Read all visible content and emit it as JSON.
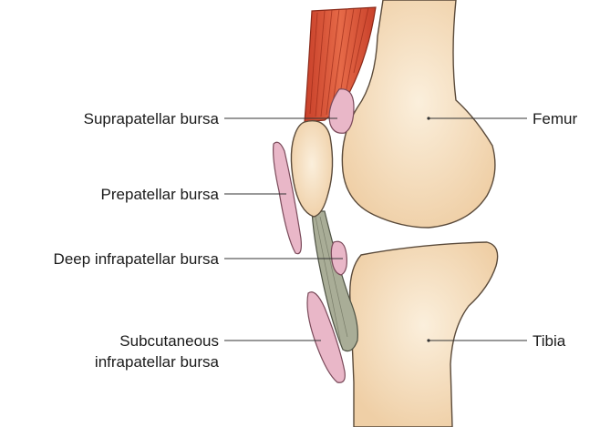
{
  "labels": {
    "suprapatellar": "Suprapatellar bursa",
    "prepatellar": "Prepatellar bursa",
    "deep_infrapatellar": "Deep infrapatellar bursa",
    "subcutaneous_line1": "Subcutaneous",
    "subcutaneous_line2": "infrapatellar bursa",
    "femur": "Femur",
    "tibia": "Tibia"
  },
  "colors": {
    "bone_fill": "#f6e2c6",
    "bone_stroke": "#5a4a3a",
    "bursa_fill": "#e9b7c8",
    "bursa_stroke": "#7a4a5a",
    "muscle_fill": "#d9553a",
    "tendon_fill": "#a9ad97",
    "leader_line": "#333333"
  }
}
